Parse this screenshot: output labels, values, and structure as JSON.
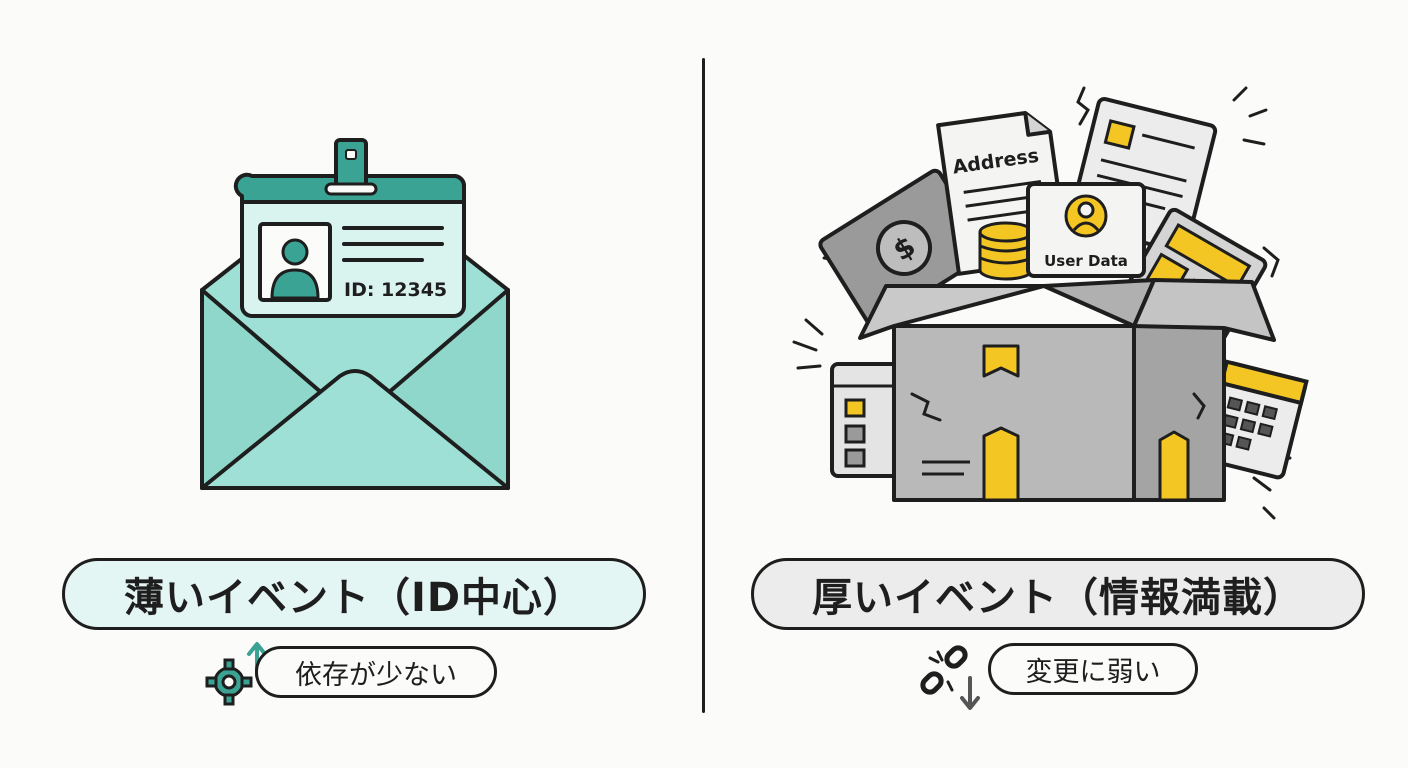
{
  "left": {
    "title": "薄いイベント（ID中心）",
    "subtitle": "依存が少ない",
    "badge_text": "ID: 12345",
    "accent_color": "#3aa394",
    "fill_color": "#9ee0d6",
    "icon": "envelope-id-card-icon",
    "sub_icon": "gear-arrow-up-icon"
  },
  "right": {
    "title": "厚いイベント（情報満載）",
    "subtitle": "変更に弱い",
    "address_label": "Address",
    "user_data_label": "User Data",
    "accent_color": "#f3c623",
    "fill_color": "#b9b9b9",
    "icon": "overflowing-box-icon",
    "sub_icon": "broken-chain-arrow-down-icon"
  }
}
